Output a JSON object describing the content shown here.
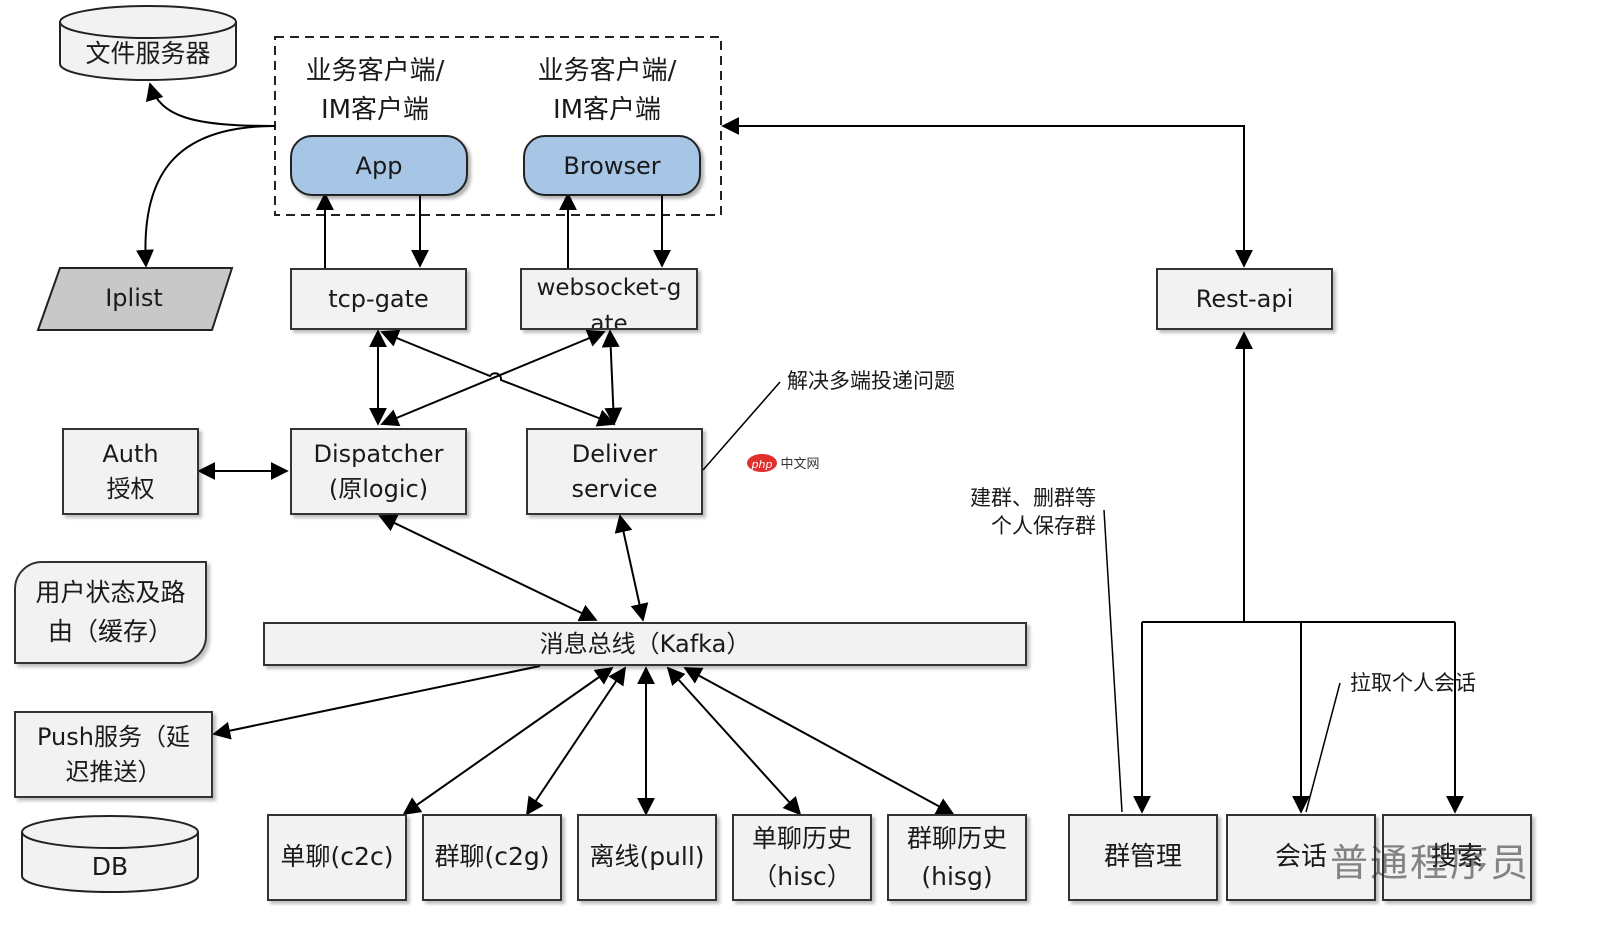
{
  "file_server": "文件服务器",
  "client_group": {
    "left_label_line1": "业务客户端/",
    "left_label_line2": "IM客户端",
    "right_label_line1": "业务客户端/",
    "right_label_line2": "IM客户端",
    "app": "App",
    "browser": "Browser"
  },
  "iplist": "Iplist",
  "tcp_gate": "tcp-gate",
  "websocket_gate": "websocket-gate",
  "rest_api": "Rest-api",
  "auth": {
    "line1": "Auth",
    "line2": "授权"
  },
  "dispatcher": {
    "line1": "Dispatcher",
    "line2": "(原logic)"
  },
  "deliver": {
    "line1": "Deliver",
    "line2": "service"
  },
  "annotations": {
    "multi_device": "解决多端投递问题",
    "group_ops_line1": "建群、删群等",
    "group_ops_line2": "个人保存群",
    "pull_session": "拉取个人会话"
  },
  "watermark_logo": "php中文网",
  "user_state": {
    "line1": "用户状态及路",
    "line2": "由（缓存）"
  },
  "message_bus": "消息总线（Kafka）",
  "push_service": {
    "line1": "Push服务（延",
    "line2": "迟推送）"
  },
  "db": "DB",
  "workers": [
    {
      "line1": "单聊(c2c)",
      "line2": ""
    },
    {
      "line1": "群聊(c2g)",
      "line2": ""
    },
    {
      "line1": "离线(pull)",
      "line2": ""
    },
    {
      "line1": "单聊历史",
      "line2": "（hisc）"
    },
    {
      "line1": "群聊历史",
      "line2": "(hisg)"
    }
  ],
  "right_services": [
    "群管理",
    "会话",
    "搜索"
  ],
  "watermark_text": "普通程序员",
  "colors": {
    "client_button": "#a7c6e6",
    "box_fill": "#f2f2f2",
    "iplist_fill": "#c8c8c8",
    "line": "#000000"
  }
}
